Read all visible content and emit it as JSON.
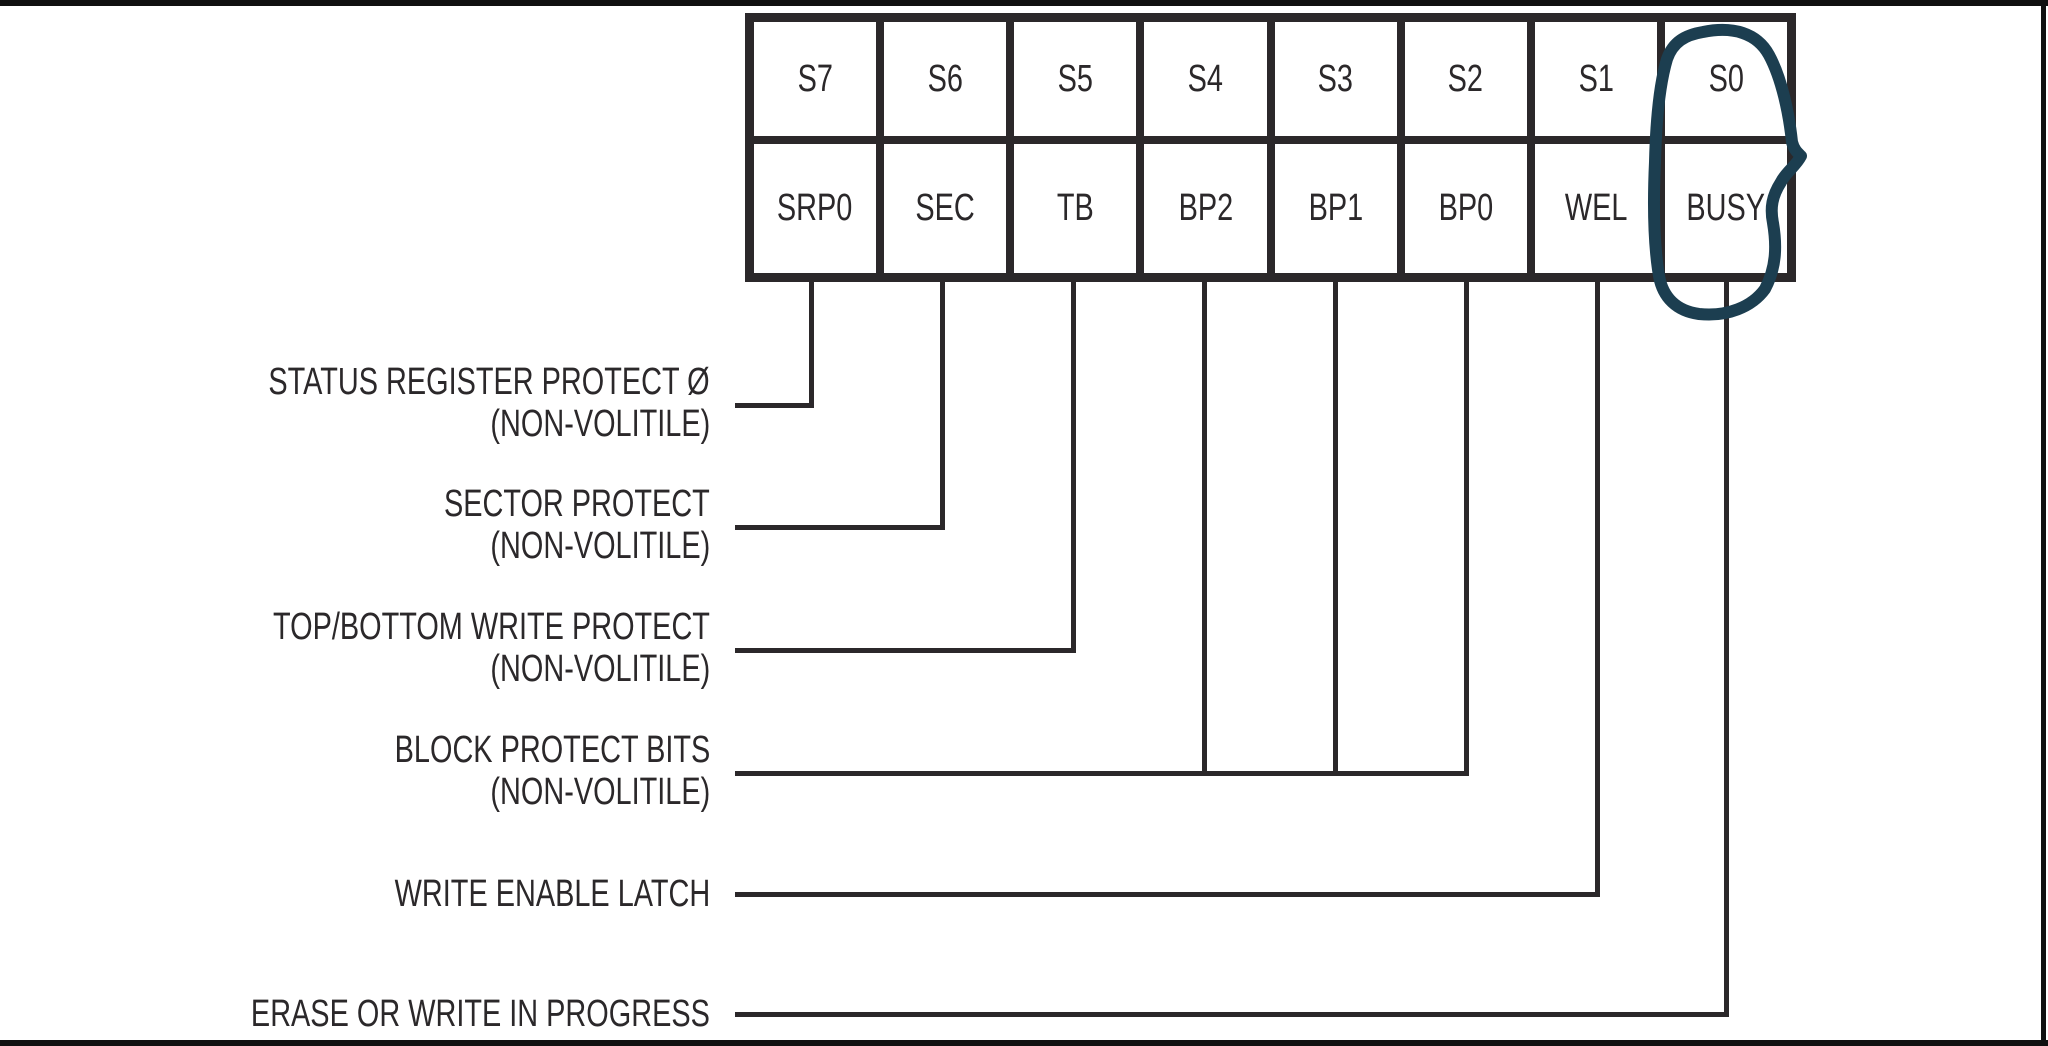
{
  "register": {
    "positions": [
      "S7",
      "S6",
      "S5",
      "S4",
      "S3",
      "S2",
      "S1",
      "S0"
    ],
    "names": [
      "SRP0",
      "SEC",
      "TB",
      "BP2",
      "BP1",
      "BP0",
      "WEL",
      "BUSY"
    ]
  },
  "labels": [
    {
      "line1": "STATUS REGISTER PROTECT Ø",
      "line2": "(NON-VOLITILE)"
    },
    {
      "line1": "SECTOR PROTECT",
      "line2": "(NON-VOLITILE)"
    },
    {
      "line1": "TOP/BOTTOM WRITE PROTECT",
      "line2": "(NON-VOLITILE)"
    },
    {
      "line1": "BLOCK PROTECT BITS",
      "line2": "(NON-VOLITILE)"
    },
    {
      "line1": "WRITE ENABLE LATCH"
    },
    {
      "line1": "ERASE OR WRITE IN PROGRESS"
    }
  ],
  "annotation": {
    "type": "hand-drawn circle",
    "around_bits": "S0 / BUSY",
    "color": "#1c3e50"
  },
  "colors": {
    "ink": "#2b282a",
    "background": "#ffffff",
    "annotation": "#1c3e50"
  }
}
